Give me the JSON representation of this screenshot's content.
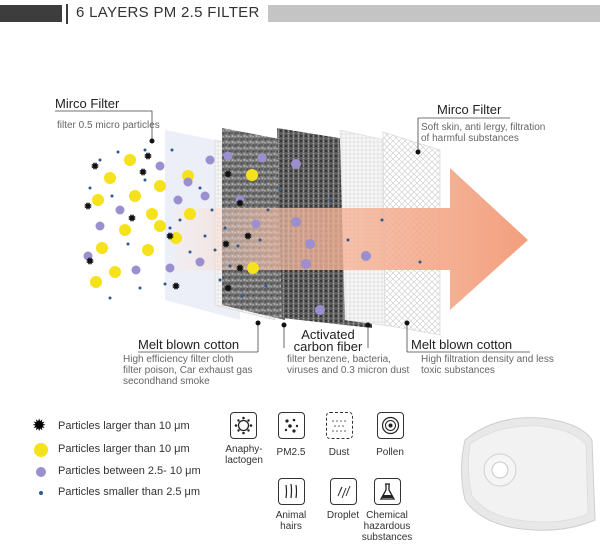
{
  "header": {
    "title": "6 LAYERS PM 2.5 FILTER"
  },
  "layers": {
    "left_micro": {
      "title": "Mirco Filter",
      "desc": "filter 0.5 micro particles"
    },
    "right_micro": {
      "title": "Mirco Filter",
      "desc_line1": "Soft skin, anti lergy, filtration",
      "desc_line2": "of harmful substances"
    },
    "melt_left": {
      "title": "Melt blown cotton",
      "desc_line1": "High efficiency filter cloth",
      "desc_line2": "filter poison, Car exhaust gas",
      "desc_line3": "secondhand smoke"
    },
    "carbon": {
      "title_line1": "Activated",
      "title_line2": "carbon fiber",
      "desc_line1": "filter benzene, bacteria,",
      "desc_line2": "viruses and 0.3 micron dust"
    },
    "melt_right": {
      "title": "Melt blown cotton",
      "desc_line1": "High filtration density and less",
      "desc_line2": "toxic substances"
    }
  },
  "legend": [
    {
      "label": "Particles larger than 10 μm",
      "icon": "gear-particle-icon",
      "color": "#000000"
    },
    {
      "label": "Particles larger than 10 μm",
      "icon": "yellow-dot-icon",
      "color": "#f5e21c"
    },
    {
      "label": "Particles between 2.5- 10 μm",
      "icon": "purple-dot-icon",
      "color": "#9b8fcf"
    },
    {
      "label": "Particles smaller than 2.5 μm",
      "icon": "small-dot-icon",
      "color": "#2f5a8c"
    }
  ],
  "filters": {
    "anaphylactogen_line1": "Anaphy-",
    "anaphylactogen_line2": "lactogen",
    "pm25": "PM2.5",
    "dust": "Dust",
    "pollen": "Pollen",
    "animal_hairs_line1": "Animal",
    "animal_hairs_line2": "hairs",
    "droplet": "Droplet",
    "chemical_line1": "Chemical",
    "chemical_line2": "hazardous",
    "chemical_line3": "substances"
  },
  "colors": {
    "arrow": "#f3a88a",
    "yellow": "#f5e21c",
    "purple": "#9b8fcf",
    "small": "#2f5a8c"
  }
}
